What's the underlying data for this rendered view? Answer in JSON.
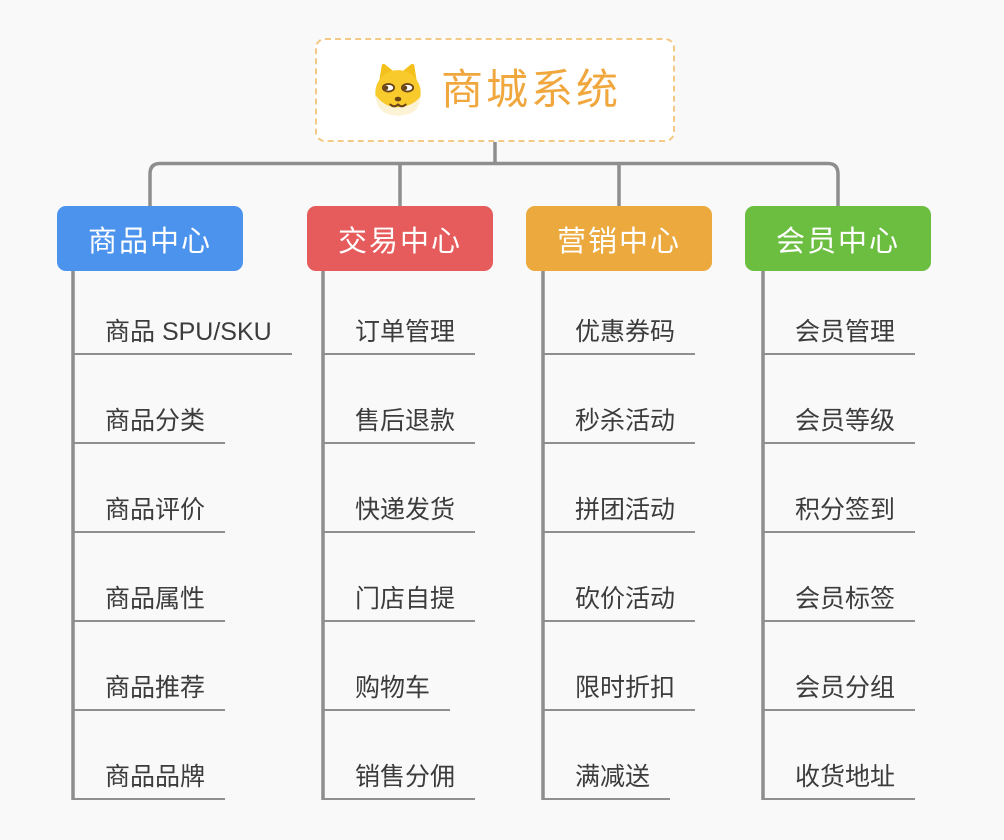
{
  "page": {
    "background": "#f9f9f9"
  },
  "root": {
    "label": "商城系统",
    "icon": "doge-icon",
    "text_color": "#f0a73e",
    "border_color": "#f3ca85"
  },
  "connector_color": "#8e8e8e",
  "leaf_style": {
    "text_color": "#3c3c3c",
    "underline_color": "#8f8f8f"
  },
  "branches": [
    {
      "label": "商品中心",
      "color": "#4b93ec",
      "items": [
        "商品 SPU/SKU",
        "商品分类",
        "商品评价",
        "商品属性",
        "商品推荐",
        "商品品牌"
      ]
    },
    {
      "label": "交易中心",
      "color": "#e65b5b",
      "items": [
        "订单管理",
        "售后退款",
        "快递发货",
        "门店自提",
        "购物车",
        "销售分佣"
      ]
    },
    {
      "label": "营销中心",
      "color": "#eba93e",
      "items": [
        "优惠券码",
        "秒杀活动",
        "拼团活动",
        "砍价活动",
        "限时折扣",
        "满减送"
      ]
    },
    {
      "label": "会员中心",
      "color": "#6cbe40",
      "items": [
        "会员管理",
        "会员等级",
        "积分签到",
        "会员标签",
        "会员分组",
        "收货地址"
      ]
    }
  ]
}
